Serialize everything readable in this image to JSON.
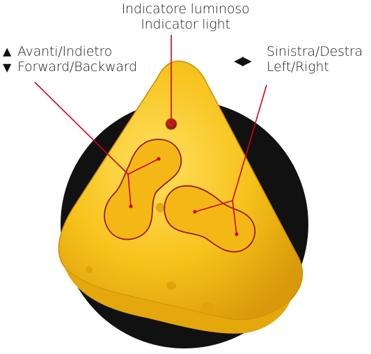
{
  "labels": {
    "indicator": {
      "it": "Indicatore luminoso",
      "en": "Indicator light"
    },
    "forward_backward": {
      "it": "Avanti/Indietro",
      "en": "Forward/Backward"
    },
    "left_right": {
      "it": "Sinistra/Destra",
      "en": "Left/Right"
    }
  },
  "icons": {
    "up": "arrow-up-icon",
    "down": "arrow-down-icon",
    "left_right": "arrow-left-right-icon"
  },
  "colors": {
    "cheese": "#f7c21b",
    "cheese_shadow": "#d89a0a",
    "disc": "#111111",
    "leader_line": "#d4001a",
    "indicator_led": "#9a1a10"
  }
}
